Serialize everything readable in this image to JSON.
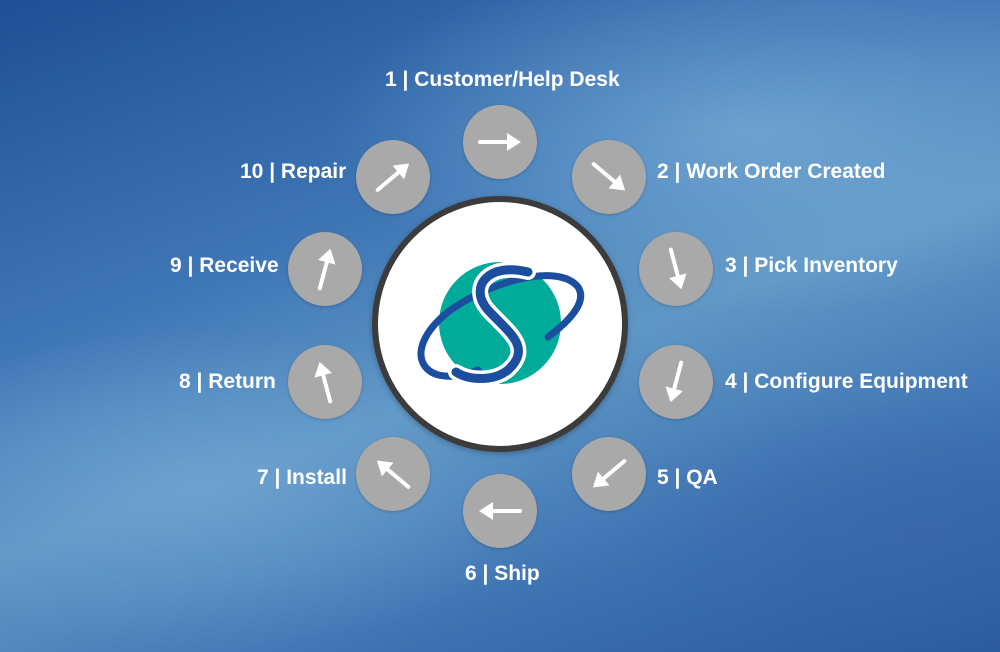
{
  "steps": [
    {
      "label": "1 | Customer/Help Desk",
      "arrow": "arrow-right-icon"
    },
    {
      "label": "2 | Work Order Created",
      "arrow": "arrow-down-right-icon"
    },
    {
      "label": "3 | Pick Inventory",
      "arrow": "arrow-down-icon"
    },
    {
      "label": "4 | Configure Equipment",
      "arrow": "arrow-down-icon"
    },
    {
      "label": "5 | QA",
      "arrow": "arrow-down-left-icon"
    },
    {
      "label": "6 | Ship",
      "arrow": "arrow-left-icon"
    },
    {
      "label": "7 | Install",
      "arrow": "arrow-up-left-icon"
    },
    {
      "label": "8 | Return",
      "arrow": "arrow-up-icon"
    },
    {
      "label": "9 | Receive",
      "arrow": "arrow-up-icon"
    },
    {
      "label": "10 | Repair",
      "arrow": "arrow-up-right-icon"
    }
  ],
  "logo": {
    "name": "s-globe-logo",
    "colors": {
      "teal": "#00ab9a",
      "navy": "#1c4ea0"
    }
  },
  "colors": {
    "step_circle": "#a9a9a9",
    "center_border": "#3c3c3c",
    "text": "#ffffff"
  }
}
